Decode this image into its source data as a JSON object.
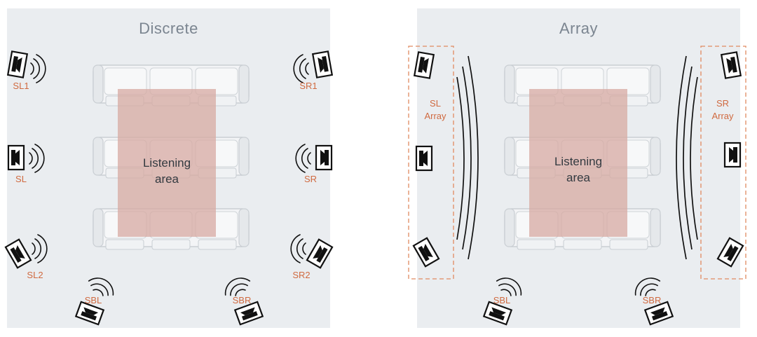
{
  "panels": {
    "discrete": {
      "title": "Discrete",
      "listening": [
        "Listening",
        "area"
      ],
      "labels": {
        "sl1": "SL1",
        "sr1": "SR1",
        "sl": "SL",
        "sr": "SR",
        "sl2": "SL2",
        "sr2": "SR2",
        "sbl": "SBL",
        "sbr": "SBR"
      }
    },
    "array": {
      "title": "Array",
      "listening": [
        "Listening",
        "area"
      ],
      "sl_array": [
        "SL",
        "Array"
      ],
      "sr_array": [
        "SR",
        "Array"
      ],
      "labels": {
        "sbl": "SBL",
        "sbr": "SBR"
      }
    }
  },
  "colors": {
    "panel_bg": "#eaedf0",
    "label_text": "#d06a40",
    "listening_area": "#d7a9a1",
    "array_outline": "#e08a60",
    "seat_fill": "#f6f7f8",
    "seat_stroke": "#c9ced3"
  }
}
